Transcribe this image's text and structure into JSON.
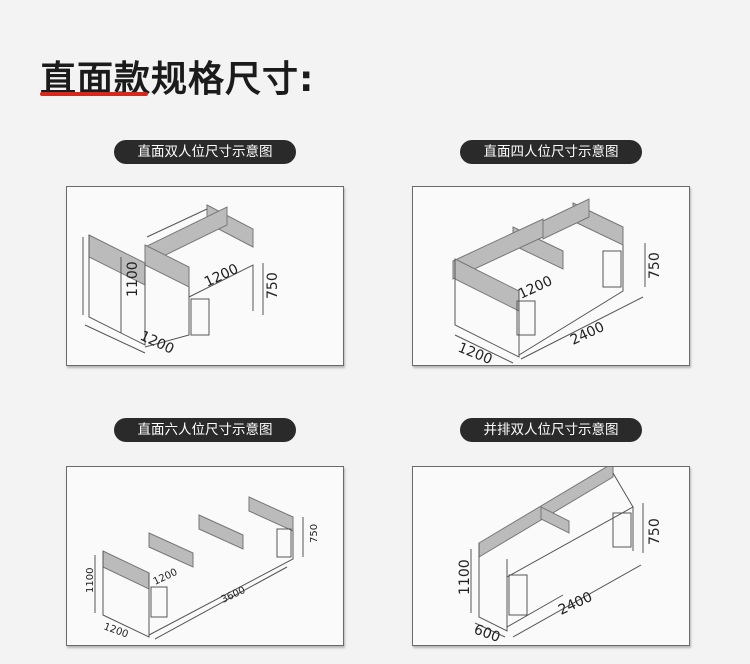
{
  "title": "直面款规格尺寸:",
  "diagrams": [
    {
      "label": "直面双人位尺寸示意图",
      "width": "1200",
      "depth": "1200",
      "height": "1100",
      "desk_height": "750"
    },
    {
      "label": "直面四人位尺寸示意图",
      "width": "2400",
      "depth": "1200",
      "height": "",
      "desk_height": "750",
      "inner": "1200"
    },
    {
      "label": "直面六人位尺寸示意图",
      "width": "3600",
      "depth": "1200",
      "height": "1100",
      "desk_height": "750",
      "inner": "1200"
    },
    {
      "label": "并排双人位尺寸示意图",
      "width": "2400",
      "depth": "600",
      "height": "1100",
      "desk_height": "750"
    }
  ],
  "colors": {
    "accent": "#d42a1e",
    "pill_bg": "#2a2a2a"
  }
}
